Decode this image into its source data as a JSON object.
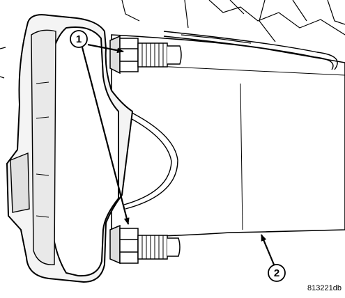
{
  "figure": {
    "callouts": [
      {
        "number": "1"
      },
      {
        "number": "2"
      }
    ],
    "figure_id": "813221db"
  }
}
